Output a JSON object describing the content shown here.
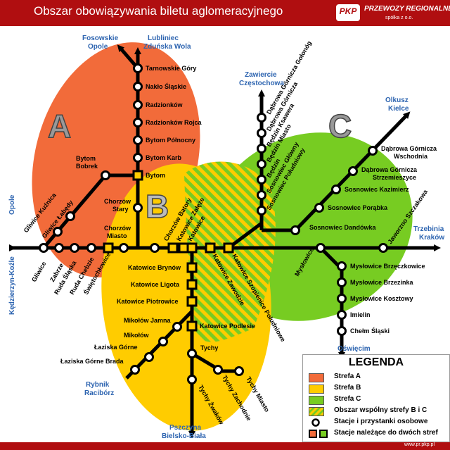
{
  "header": {
    "title": "Obszar obowiązywania biletu aglomeracyjnego",
    "logo_mark": "PKP",
    "logo_name": "PRZEWOZY REGIONALNE",
    "logo_sub": "spółka z o.o."
  },
  "footer": {
    "url": "www.pr.pkp.pl"
  },
  "colors": {
    "zone_a": "#f26b3a",
    "zone_b": "#ffcc00",
    "zone_c": "#77cc22",
    "line": "#000000",
    "direction": "#2d64b0",
    "header": "#b00e10"
  },
  "zones": {
    "a": "A",
    "b": "B",
    "c": "C"
  },
  "directions": {
    "opole_top": [
      "Fosowskie",
      "Opole"
    ],
    "lubliniec": [
      "Lubliniec",
      "Zduńska Wola"
    ],
    "zawiercie": [
      "Zawiercie",
      "Częstochowa"
    ],
    "olkusz": [
      "Olkusz",
      "Kielce"
    ],
    "opole_left": "Opole",
    "kedzierzyn": "Kędzierzyn-Koźle",
    "trzebinia": [
      "Trzebinia",
      "Kraków"
    ],
    "oswiecim": "Oświęcim",
    "rybnik": [
      "Rybnik",
      "Racibórz"
    ],
    "pszczyna": [
      "Pszczyna",
      "Bielsko-Biała"
    ]
  },
  "stations": {
    "tarnowskie_gory": "Tarnowskie Góry",
    "naklo": "Nakło Śląskie",
    "radzionkow": "Radzionków",
    "radzionkow_rojca": "Radzionków Rojca",
    "bytom_polnocny": "Bytom Północny",
    "bytom_karb": "Bytom Karb",
    "bytom": "Bytom",
    "bytom_bobrek": [
      "Bytom",
      "Bobrek"
    ],
    "chorzow_stary": [
      "Chorzów",
      "Stary"
    ],
    "chorzow_miasto": [
      "Chorzów",
      "Miasto"
    ],
    "gliwice_kuznica": "Gliwice Kuźnica",
    "gliwice_labedy": "Gliwice Łabędy",
    "gliwice": "Gliwice",
    "zabrze": "Zabrze",
    "ruda_slaska": "Ruda Śląska",
    "ruda_chebzie": "Ruda Chebzie",
    "swietochlowice": "Świętochłowice",
    "chorzow_batory": "Chorzów Batory",
    "katowice_zaleze": "Katowice Załęże",
    "katowice": "Katowice",
    "katowice_zawodzie": "Katowice Zawodzie",
    "katowice_szopienice": "Katowice Szopienice Południowe",
    "katowice_brynow": "Katowice Brynów",
    "katowice_ligota": "Katowice Ligota",
    "katowice_piotrowice": "Katowice Piotrowice",
    "katowice_podlesie": "Katowice Podlesie",
    "mikolow_jamna": "Mikołów Jamna",
    "mikolow": "Mikołów",
    "laziska_gorne": "Łaziska Górne",
    "laziska_brada": "Łaziska Górne Brada",
    "tychy": "Tychy",
    "tychy_miasto": "Tychy Miasto",
    "tychy_zachodnie": "Tychy Zachodnie",
    "tychy_zwakow": "Tychy Żwaków",
    "dg_golonog": "Dąbrowa Górnicza Gołonóg",
    "dg": "Dąbrowa Górnicza",
    "bedzin_ksawera": "Będzin Ksawera",
    "bedzin_miasto": "Będzin Miasto",
    "bedzin": "Będzin",
    "sosnowiec_glowny": "Sosnowiec Główny",
    "sosnowiec_poludniowy": "Sosnowiec Południowy",
    "dg_wschodnia": [
      "Dąbrowa Górnicza",
      "Wschodnia"
    ],
    "dg_strzemieszyce": [
      "Dąbrowa Górnicza",
      "Strzemieszyce"
    ],
    "sosnowiec_kazimierz": "Sosnowiec Kazimierz",
    "sosnowiec_porabka": "Sosnowiec Porąbka",
    "sosnowiec_dandowka": "Sosnowiec Dandówka",
    "jaworzno": "Jaworzno Szczakowa",
    "myslowice": "Mysłowice",
    "myslowice_brzeczkowice": "Mysłowice Brzęczkowice",
    "myslowice_brzezinka": "Mysłowice Brzezinka",
    "myslowice_kosztowy": "Mysłowice Kosztowy",
    "imielin": "Imielin",
    "chelm": "Chełm Śląski"
  },
  "legend": {
    "title": "LEGENDA",
    "zone_a": "Strefa A",
    "zone_b": "Strefa B",
    "zone_c": "Strefa C",
    "common": "Obszar wspólny strefy B i C",
    "stations": "Stacje i przystanki osobowe",
    "shared": "Stacje należące do dwóch stref"
  }
}
